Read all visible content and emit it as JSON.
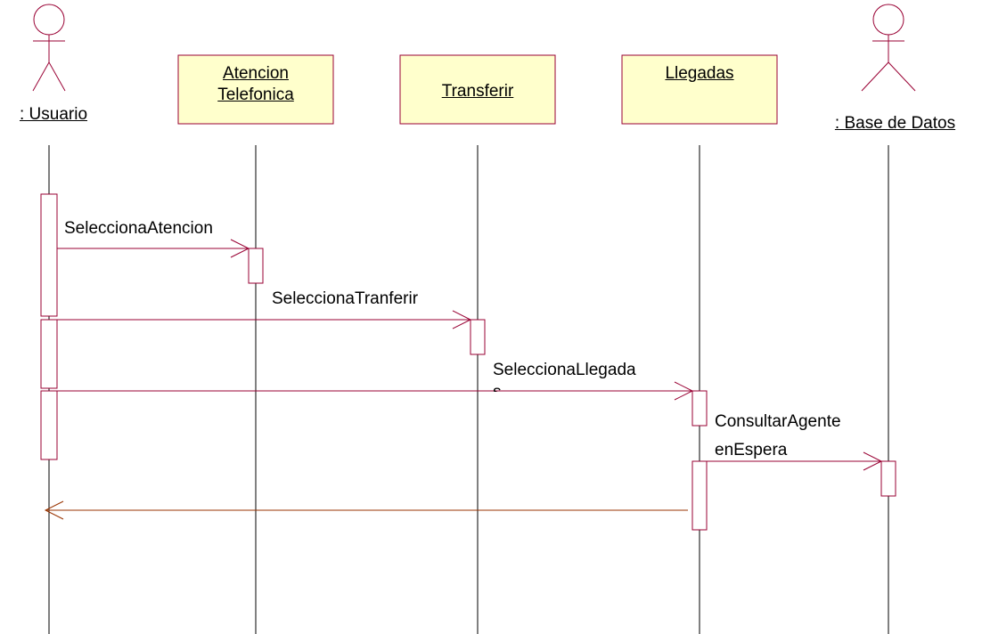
{
  "participants": [
    {
      "id": "usuario",
      "kind": "actor",
      "label": ": Usuario"
    },
    {
      "id": "atencion",
      "kind": "object",
      "label_lines": [
        "Atencion",
        "Telefonica"
      ]
    },
    {
      "id": "transferir",
      "kind": "object",
      "label_lines": [
        "Transferir"
      ]
    },
    {
      "id": "llegadas",
      "kind": "object",
      "label_lines": [
        "Llegadas"
      ]
    },
    {
      "id": "basedatos",
      "kind": "actor",
      "label": ": Base de Datos"
    }
  ],
  "messages": [
    {
      "from": "usuario",
      "to": "atencion",
      "label_lines": [
        "SeleccionaAtencion"
      ]
    },
    {
      "from": "usuario",
      "to": "transferir",
      "label_lines": [
        "SeleccionaTranferir"
      ]
    },
    {
      "from": "usuario",
      "to": "llegadas",
      "label_lines": [
        "SeleccionaLlegada",
        "s"
      ]
    },
    {
      "from": "llegadas",
      "to": "basedatos",
      "label_lines": [
        "ConsultarAgente",
        "enEspera"
      ]
    },
    {
      "from": "llegadas",
      "to": "usuario",
      "label_lines": []
    }
  ],
  "colors": {
    "object_fill": "#ffffcc",
    "object_border": "#990033",
    "activation_border": "#990033",
    "message_line": "#990033",
    "return_line": "#993300",
    "lifeline": "#000000",
    "actor_stroke": "#990033"
  }
}
